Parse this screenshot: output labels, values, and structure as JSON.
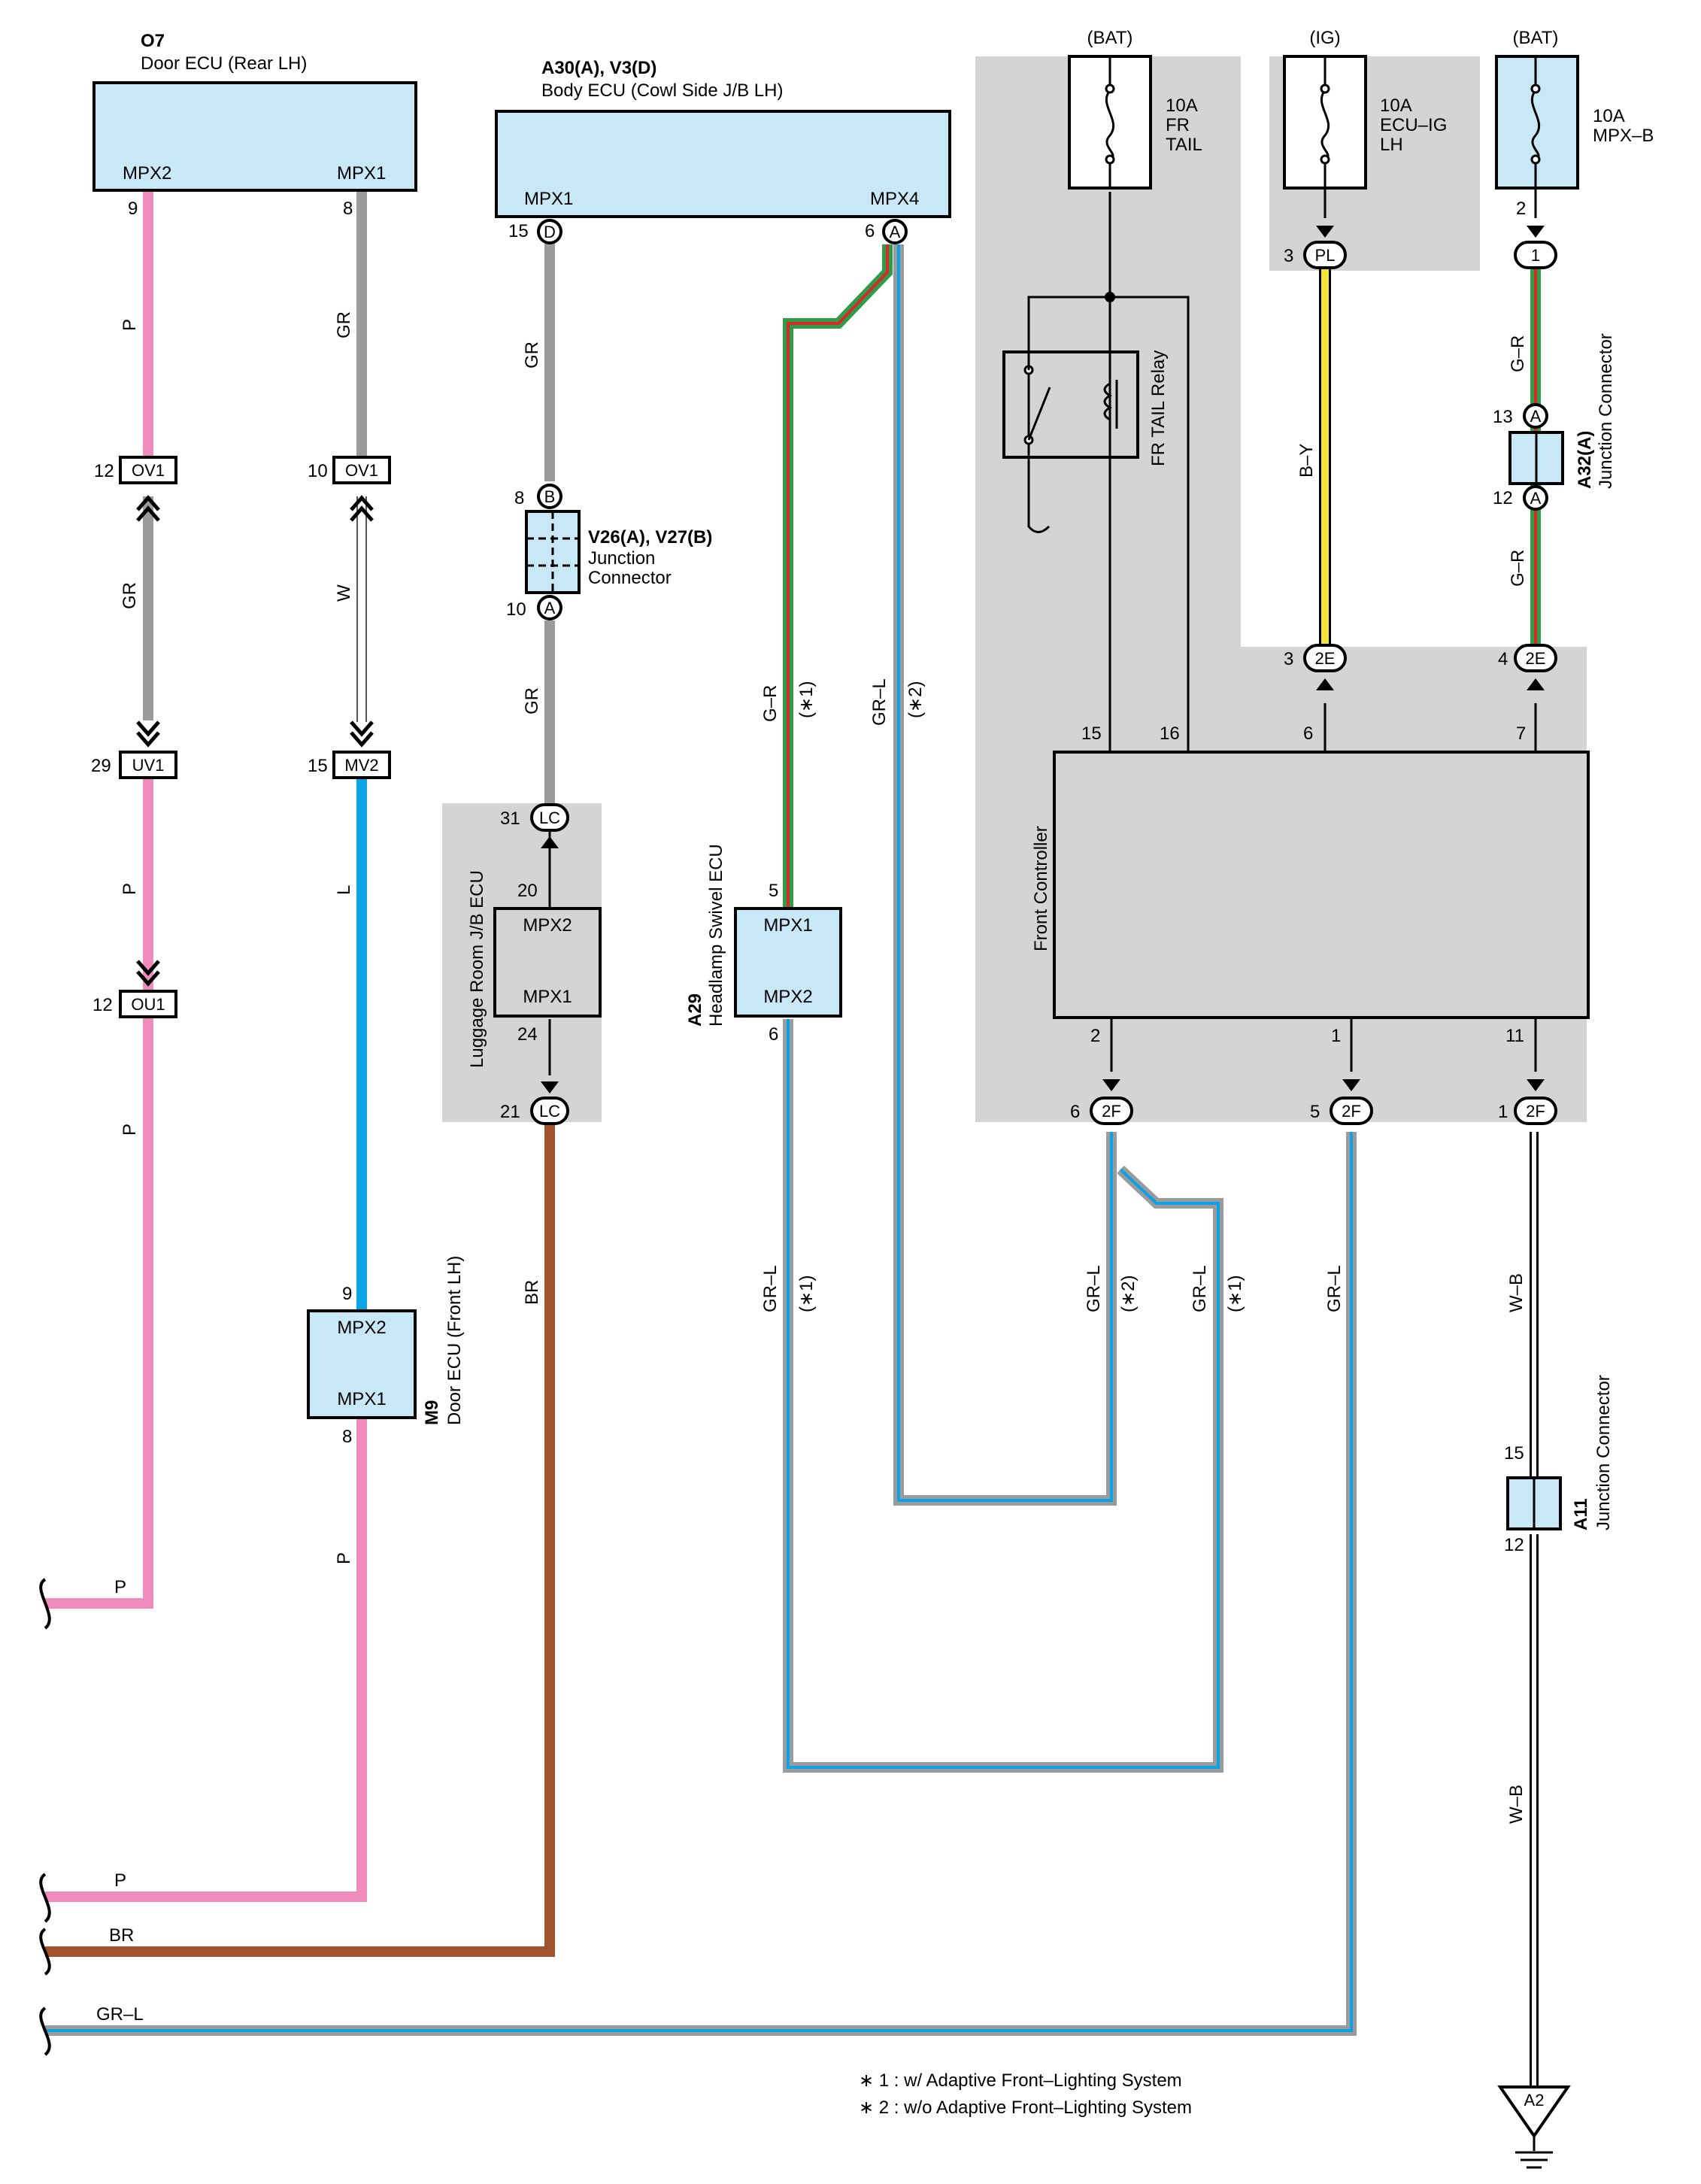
{
  "components": {
    "o7": {
      "id": "O7",
      "name": "Door ECU (Rear LH)",
      "pin_left": "MPX2",
      "pin_right": "MPX1",
      "pin_no_left": "9",
      "pin_no_right": "8"
    },
    "body_ecu": {
      "id": "A30(A), V3(D)",
      "name": "Body ECU (Cowl Side J/B LH)",
      "pin_left": "MPX1",
      "pin_right": "MPX4",
      "pin_no_left": "15",
      "pin_no_right": "6",
      "conn_left": "D",
      "conn_right": "A"
    },
    "fuse_fr_tail": {
      "source": "(BAT)",
      "line1": "10A",
      "line2": "FR",
      "line3": "TAIL"
    },
    "fuse_ecu_ig": {
      "source": "(IG)",
      "line1": "10A",
      "line2": "ECU–IG",
      "line3": "LH"
    },
    "fuse_mpxb": {
      "source": "(BAT)",
      "line1": "10A",
      "line2": "MPX–B",
      "pin": "2"
    },
    "relay": {
      "name": "FR TAIL Relay"
    },
    "v26": {
      "id": "V26(A), V27(B)",
      "line1": "Junction",
      "line2": "Connector",
      "pin_top": "8",
      "conn_top": "B",
      "pin_bottom": "10",
      "conn_bottom": "A"
    },
    "a32": {
      "id": "A32(A)",
      "name": "Junction Connector",
      "pin_top": "13",
      "pin_bottom": "12",
      "conn": "A"
    },
    "a29": {
      "id": "A29",
      "name": "Headlamp Swivel ECU",
      "pin_top": "MPX1",
      "pin_bottom": "MPX2",
      "pin_no_top": "5",
      "pin_no_bottom": "6"
    },
    "luggage": {
      "name": "Luggage Room J/B ECU",
      "pin_top": "MPX2",
      "pin_bottom": "MPX1",
      "pin_no_top": "20",
      "pin_no_bottom": "24"
    },
    "front_ctrl": {
      "name": "Front Controller",
      "pins_top": [
        "15",
        "16",
        "6",
        "7"
      ],
      "pins_bottom": [
        "2",
        "1",
        "11"
      ]
    },
    "m9": {
      "id": "M9",
      "name": "Door ECU (Front LH)",
      "pin_top": "MPX2",
      "pin_bottom": "MPX1",
      "pin_no_top": "9",
      "pin_no_bottom": "8"
    },
    "a11": {
      "id": "A11",
      "name": "Junction Connector",
      "pin_top": "15",
      "pin_bottom": "12"
    },
    "ground": {
      "id": "A2"
    }
  },
  "connectors": {
    "ov1_left": {
      "name": "OV1",
      "pin": "12"
    },
    "ov1_right": {
      "name": "OV1",
      "pin": "10"
    },
    "uv1": {
      "name": "UV1",
      "pin": "29"
    },
    "mv2": {
      "name": "MV2",
      "pin": "15"
    },
    "ou1": {
      "name": "OU1",
      "pin": "12"
    },
    "lc_top": {
      "name": "LC",
      "pin": "31"
    },
    "lc_bottom": {
      "name": "LC",
      "pin": "21"
    },
    "pl": {
      "name": "PL",
      "pin": "3"
    },
    "j1": {
      "name": "1"
    },
    "e2_left": {
      "name": "2E",
      "pin": "3"
    },
    "e2_right": {
      "name": "2E",
      "pin": "4"
    },
    "f2_a": {
      "name": "2F",
      "pin": "6"
    },
    "f2_b": {
      "name": "2F",
      "pin": "5"
    },
    "f2_c": {
      "name": "2F",
      "pin": "1"
    }
  },
  "wire_labels": {
    "p": "P",
    "gr": "GR",
    "w": "W",
    "l": "L",
    "br": "BR",
    "gr_l": "GR–L",
    "g_r": "G–R",
    "b_y": "B–Y",
    "w_b": "W–B",
    "star1": "(∗1)",
    "star2": "(∗2)"
  },
  "notes": [
    "∗ 1 : w/ Adaptive Front–Lighting System",
    "∗ 2 : w/o Adaptive Front–Lighting System"
  ],
  "colors": {
    "pink": "#f08cbd",
    "gray": "#9a9b9d",
    "blue": "#0aa3e5",
    "brown": "#a0522d",
    "yellow": "#f1e33a",
    "green": "#2e9d46",
    "red": "#d42a2a",
    "ecu_fill": "#c8e8f8",
    "shade": "#d4d4d6"
  }
}
